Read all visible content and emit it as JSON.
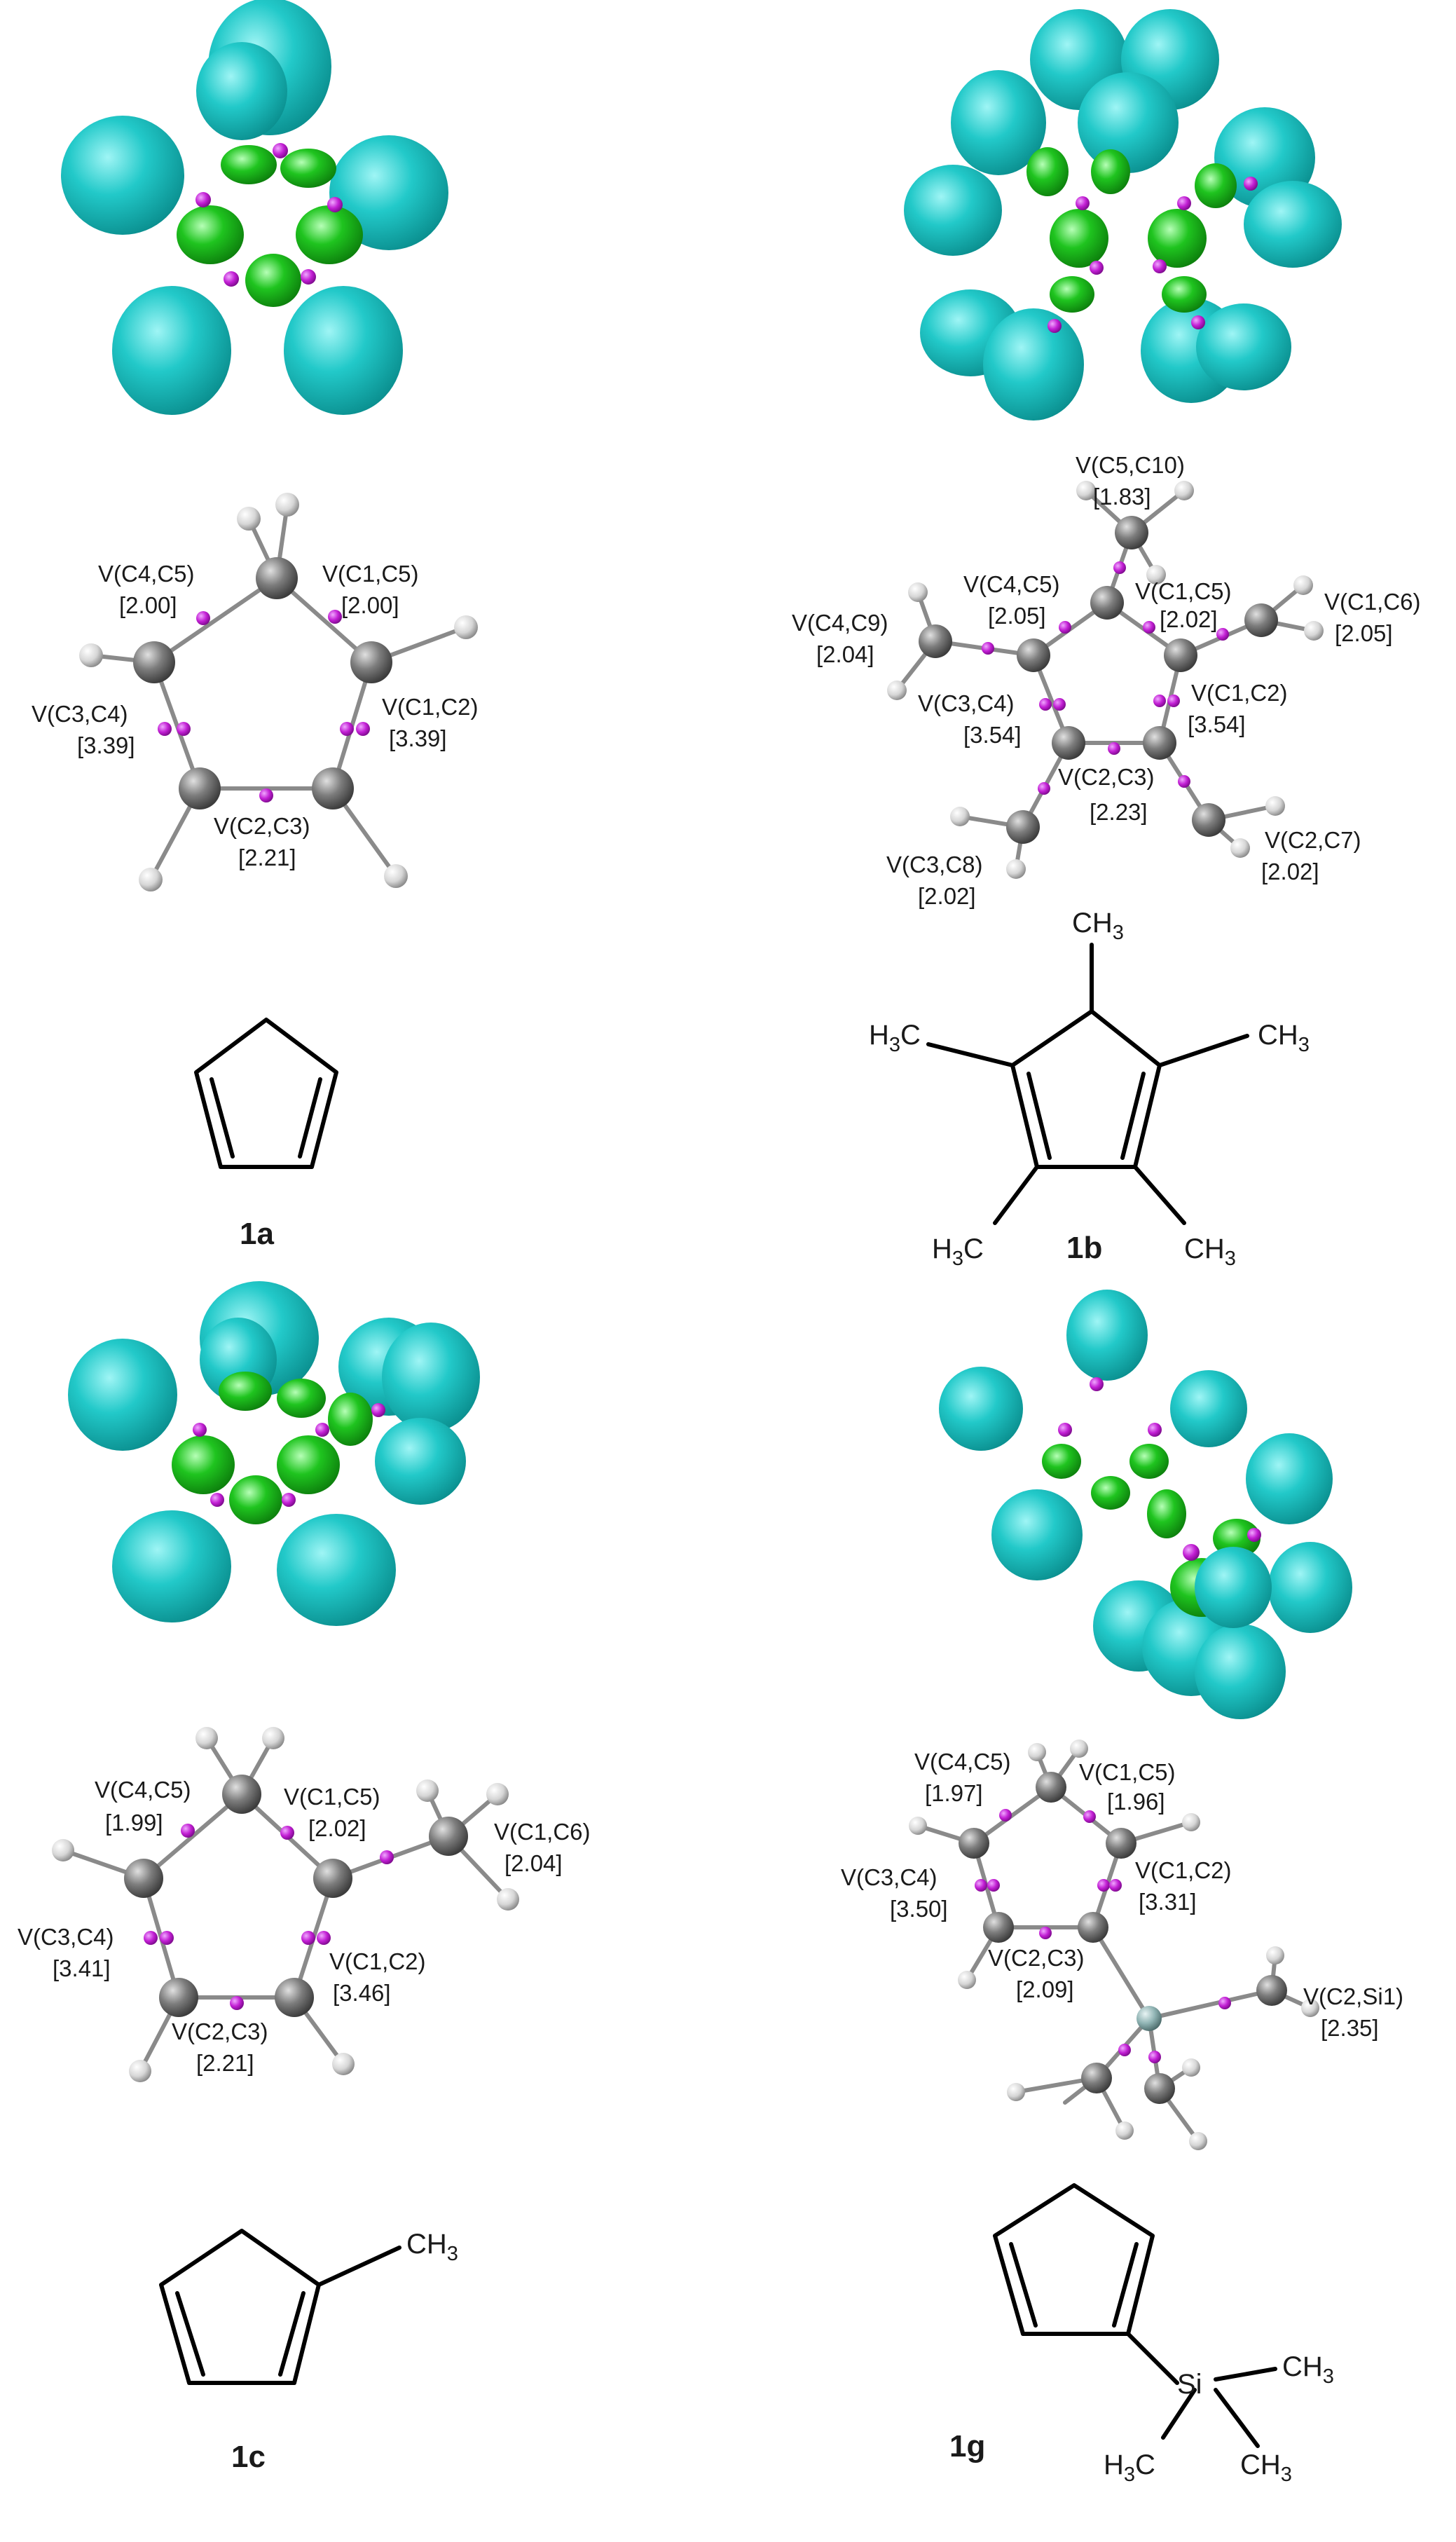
{
  "panels": [
    {
      "compound_id": "1a",
      "labels": [
        {
          "text": "V(C4,C5)",
          "value": "[2.00]"
        },
        {
          "text": "V(C1,C5)",
          "value": "[2.00]"
        },
        {
          "text": "V(C3,C4)",
          "value": "[3.39]"
        },
        {
          "text": "V(C1,C2)",
          "value": "[3.39]"
        },
        {
          "text": "V(C2,C3)",
          "value": "[2.21]"
        }
      ]
    },
    {
      "compound_id": "1b",
      "labels": [
        {
          "text": "V(C5,C10)",
          "value": "[1.83]"
        },
        {
          "text": "V(C4,C5)",
          "value": "[2.05]"
        },
        {
          "text": "V(C1,C5)",
          "value": "[2.02]"
        },
        {
          "text": "V(C1,C6)",
          "value": "[2.05]"
        },
        {
          "text": "V(C4,C9)",
          "value": "[2.04]"
        },
        {
          "text": "V(C3,C4)",
          "value": "[3.54]"
        },
        {
          "text": "V(C1,C2)",
          "value": "[3.54]"
        },
        {
          "text": "V(C2,C3)",
          "value": "[2.23]"
        },
        {
          "text": "V(C3,C8)",
          "value": "[2.02]"
        },
        {
          "text": "V(C2,C7)",
          "value": "[2.02]"
        }
      ],
      "groups": {
        "top": "CH",
        "top_sub": "3",
        "right": "CH",
        "right_sub": "3",
        "left_a": "H",
        "left_sub": "3",
        "left_b": "C",
        "bl_a": "H",
        "bl_sub": "3",
        "bl_b": "C",
        "br": "CH",
        "br_sub": "3"
      }
    },
    {
      "compound_id": "1c",
      "labels": [
        {
          "text": "V(C4,C5)",
          "value": "[1.99]"
        },
        {
          "text": "V(C1,C5)",
          "value": "[2.02]"
        },
        {
          "text": "V(C1,C6)",
          "value": "[2.04]"
        },
        {
          "text": "V(C3,C4)",
          "value": "[3.41]"
        },
        {
          "text": "V(C1,C2)",
          "value": "[3.46]"
        },
        {
          "text": "V(C2,C3)",
          "value": "[2.21]"
        }
      ],
      "groups": {
        "methyl": "CH",
        "methyl_sub": "3"
      }
    },
    {
      "compound_id": "1g",
      "labels": [
        {
          "text": "V(C4,C5)",
          "value": "[1.97]"
        },
        {
          "text": "V(C1,C5)",
          "value": "[1.96]"
        },
        {
          "text": "V(C3,C4)",
          "value": "[3.50]"
        },
        {
          "text": "V(C1,C2)",
          "value": "[3.31]"
        },
        {
          "text": "V(C2,C3)",
          "value": "[2.09]"
        },
        {
          "text": "V(C2,Si1)",
          "value": "[2.35]"
        }
      ],
      "groups": {
        "si": "Si",
        "ch3_right": "CH",
        "right_sub": "3",
        "ch3_br": "CH",
        "br_sub": "3",
        "h3c_a": "H",
        "h3c_sub": "3",
        "h3c_b": "C"
      }
    }
  ],
  "colors": {
    "cyan_basin": "#1ec5c5",
    "green_basin": "#22c222",
    "attractor": "#c020d0",
    "carbon": "#7a7a7a",
    "hydrogen": "#dcdcdc",
    "silicon": "#8fb0b0"
  }
}
